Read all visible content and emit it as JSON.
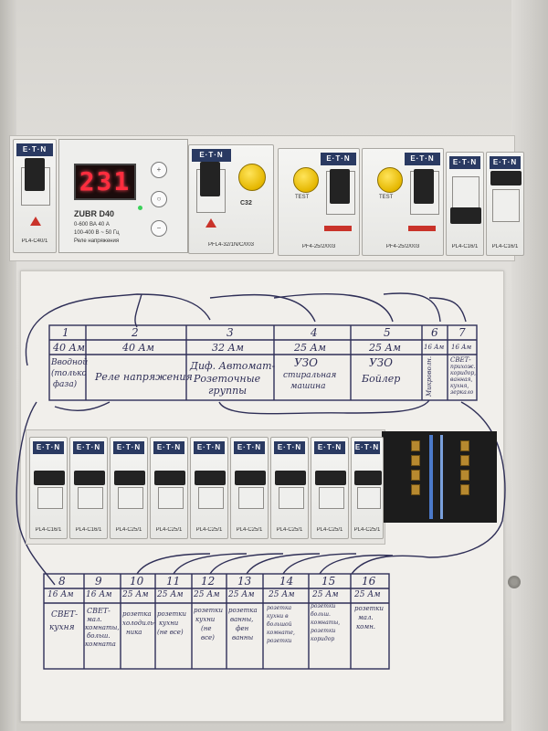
{
  "top_row": {
    "main_breaker": {
      "brand": "E·T·N",
      "label": "PL4-C40/1"
    },
    "relay": {
      "display": "231",
      "model": "ZUBR D40",
      "spec_line1": "0-600 ВА   40 А",
      "spec_line2": "100-400 В ~ 50 Гц",
      "spec_line3": "Реле напряжения",
      "btn_up": "+",
      "btn_mid": "○",
      "btn_down": "−"
    },
    "rcbo": {
      "brand": "E·T·N",
      "label": "PFL4-32/1N/C/003",
      "rating": "C32"
    },
    "rcd1": {
      "brand": "E·T·N",
      "label": "PF4-25/2/003",
      "test": "TEST"
    },
    "rcd2": {
      "brand": "E·T·N",
      "label": "PF4-25/2/003",
      "test": "TEST"
    },
    "small1": {
      "brand": "E·T·N",
      "label": "PL4-C16/1"
    },
    "small2": {
      "brand": "E·T·N",
      "label": "PL4-C16/1"
    }
  },
  "table_top": {
    "columns": [
      {
        "num": "1",
        "amps": "40 Ам",
        "desc": [
          "Вводной",
          "(только",
          "фаза)"
        ]
      },
      {
        "num": "2",
        "amps": "40 Ам",
        "desc": [
          "Реле напряжения"
        ]
      },
      {
        "num": "3",
        "amps": "32 Ам",
        "desc": [
          "Диф. Автомат-",
          "Розеточные",
          "группы"
        ]
      },
      {
        "num": "4",
        "amps": "25 Ам",
        "desc": [
          "УЗО",
          "стиральная",
          "машина"
        ]
      },
      {
        "num": "5",
        "amps": "25 Ам",
        "desc": [
          "УЗО",
          "Бойлер"
        ]
      },
      {
        "num": "6",
        "amps": "16 Ам",
        "desc": [
          "Микроволн."
        ]
      },
      {
        "num": "7",
        "amps": "16 Ам",
        "desc": [
          "СВЕТ-",
          "прихож.",
          "коридор,",
          "ванная,",
          "кухня,",
          "зеркало"
        ]
      }
    ]
  },
  "bottom_row": {
    "breakers": [
      {
        "brand": "E·T·N",
        "label": "PL4-C16/1"
      },
      {
        "brand": "E·T·N",
        "label": "PL4-C16/1"
      },
      {
        "brand": "E·T·N",
        "label": "PL4-C25/1"
      },
      {
        "brand": "E·T·N",
        "label": "PL4-C25/1"
      },
      {
        "brand": "E·T·N",
        "label": "PL4-C25/1"
      },
      {
        "brand": "E·T·N",
        "label": "PL4-C25/1"
      },
      {
        "brand": "E·T·N",
        "label": "PL4-C25/1"
      },
      {
        "brand": "E·T·N",
        "label": "PL4-C25/1"
      },
      {
        "brand": "E·T·N",
        "label": "PL4-C25/1"
      }
    ]
  },
  "table_bottom": {
    "columns": [
      {
        "num": "8",
        "amps": "16 Ам",
        "desc": [
          "СВЕТ-",
          "кухня"
        ]
      },
      {
        "num": "9",
        "amps": "16 Ам",
        "desc": [
          "СВЕТ-",
          "мал.",
          "комнаты,",
          "больш.",
          "комната"
        ]
      },
      {
        "num": "10",
        "amps": "25 Ам",
        "desc": [
          "розетка",
          "холодиль-",
          "ника"
        ]
      },
      {
        "num": "11",
        "amps": "25 Ам",
        "desc": [
          "розетки",
          "кухни",
          "(не все)"
        ]
      },
      {
        "num": "12",
        "amps": "25 Ам",
        "desc": [
          "розетки",
          "кухни",
          "(не",
          "все)"
        ]
      },
      {
        "num": "13",
        "amps": "25 Ам",
        "desc": [
          "розетка",
          "ванны,",
          "фен",
          "ванны"
        ]
      },
      {
        "num": "14",
        "amps": "25 Ам",
        "desc": [
          "розетка",
          "кухни в",
          "большой",
          "комнате,",
          "розетки"
        ]
      },
      {
        "num": "15",
        "amps": "25 Ам",
        "desc": [
          "розетки",
          "больш.",
          "комнаты,",
          "розетки",
          "коридор"
        ]
      },
      {
        "num": "16",
        "amps": "25 Ам",
        "desc": [
          "розетки",
          "мал.",
          "комн."
        ]
      }
    ]
  },
  "colors": {
    "eaton_blue": "#2a3a62",
    "pen": "#2f2f57",
    "led": "#ff2d3e",
    "test_button": "#f2c200"
  }
}
